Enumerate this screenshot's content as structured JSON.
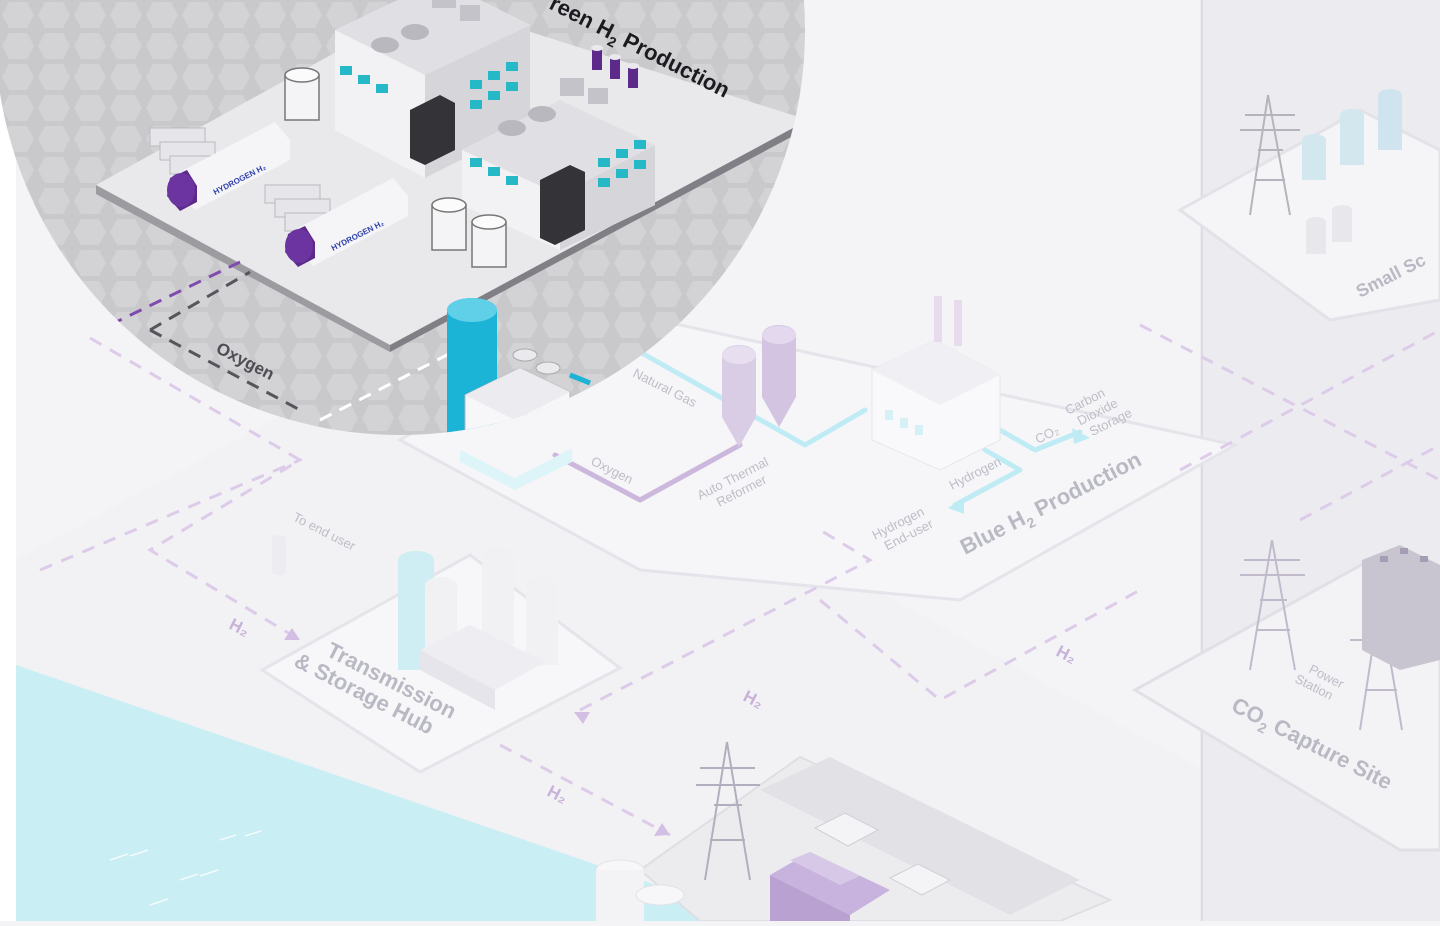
{
  "colors": {
    "background": "#f4f4f6",
    "platform": "#f0f0f3",
    "highlight_circle": "#cbcbce",
    "water": "#c9eef4",
    "cyan_accent": "#1bb3d6",
    "purple_accent": "#5d2a8c",
    "dashed_purple": "#d7c6e6",
    "pipe_cyan": "#b9ecf4",
    "pipe_purple": "#c7b3db"
  },
  "labels": {
    "green_production": {
      "prefix": "reen H",
      "sub": "2",
      "suffix": " Production"
    },
    "tank_label": "HYDROGEN",
    "tank_label_sub": "H₂",
    "oxygen_dark": "Oxygen",
    "natural_gas": "Natural Gas",
    "oxygen_pipe": "Oxygen",
    "auto_thermal_1": "Auto Thermal",
    "auto_thermal_2": "Reformer",
    "co2_stack": "CO₂",
    "carbon_1": "Carbon",
    "carbon_2": "Dioxide",
    "carbon_3": "Storage",
    "hydrogen_pipe": "Hydrogen",
    "hydrogen_end_1": "Hydrogen",
    "hydrogen_end_2": "End-user",
    "blue_production": {
      "prefix": "Blue H",
      "sub": "2",
      "suffix": " Production"
    },
    "to_end_user": "To end user",
    "h2_a": "H₂",
    "h2_b": "H₂",
    "h2_c": "H₂",
    "h2_d": "H₂",
    "transmission_1": "Transmission",
    "transmission_2": "& Storage Hub",
    "small_scale": "Small Sc",
    "power_1": "Power",
    "power_2": "Station",
    "co2_capture": {
      "prefix": "CO",
      "sub": "2",
      "suffix": " Capture Site"
    }
  },
  "icons": [
    "factory-icon",
    "hydrogen-tank-icon",
    "storage-silo-icon",
    "electrolyser-icon",
    "reformer-icon",
    "pylon-icon",
    "truck-icon"
  ]
}
